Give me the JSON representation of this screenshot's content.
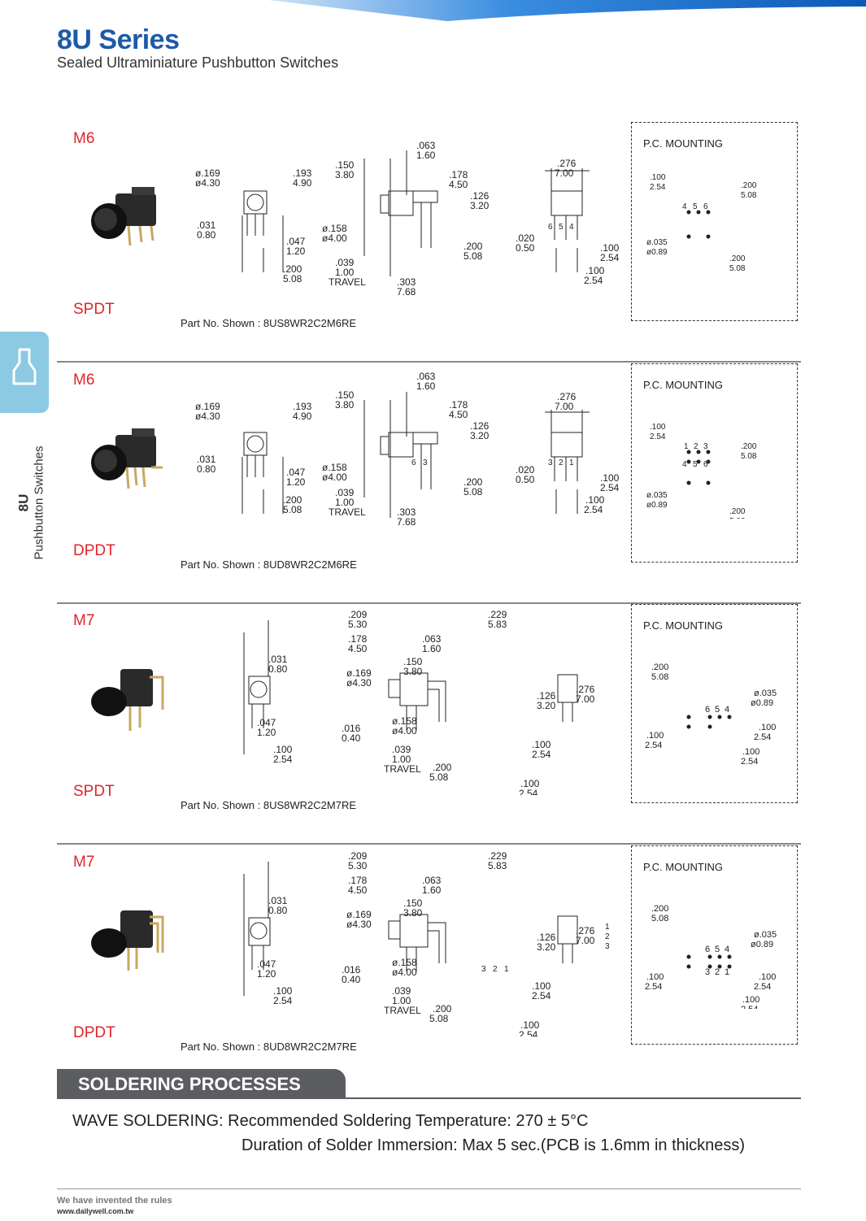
{
  "header": {
    "title": "8U Series",
    "subtitle": "Sealed Ultraminiature Pushbutton Switches"
  },
  "sidebar": {
    "code": "8U",
    "label": "Pushbutton  Switches",
    "icon": "pushbutton-icon"
  },
  "sections": [
    {
      "model": "M6",
      "pole": "SPDT",
      "part_no": "Part No. Shown : 8US8WR2C2M6RE",
      "pc_mounting": "P.C. MOUNTING",
      "dims_front": [
        ".169",
        "ø4.30",
        ".193",
        "4.90",
        ".031",
        "0.80",
        ".047",
        "1.20",
        ".200",
        "5.08"
      ],
      "dims_side": [
        ".063",
        "1.60",
        ".150",
        "3.80",
        ".178",
        "4.50",
        ".126",
        "3.20",
        "ø.158",
        "ø4.00",
        ".039",
        "1.00",
        "TRAVEL",
        ".303",
        "7.68",
        ".200",
        "5.08"
      ],
      "dims_end": [
        ".276",
        "7.00",
        ".020",
        "0.50",
        ".100",
        "2.54",
        ".100",
        "2.54"
      ],
      "pins": [
        "6",
        "5",
        "4"
      ]
    },
    {
      "model": "M6",
      "pole": "DPDT",
      "part_no": "Part No. Shown : 8UD8WR2C2M6RE",
      "pc_mounting": "P.C. MOUNTING",
      "pins": [
        "3",
        "2",
        "1"
      ]
    },
    {
      "model": "M7",
      "pole": "SPDT",
      "part_no": "Part No. Shown : 8US8WR2C2M7RE",
      "pc_mounting": "P.C. MOUNTING",
      "pins": [
        "4",
        "5",
        "6"
      ]
    },
    {
      "model": "M7",
      "pole": "DPDT",
      "part_no": "Part No. Shown : 8UD8WR2C2M7RE",
      "pc_mounting": "P.C. MOUNTING",
      "pins": [
        "1",
        "2",
        "3"
      ]
    }
  ],
  "soldering": {
    "heading": "SOLDERING PROCESSES",
    "line1": "WAVE SOLDERING: Recommended Soldering Temperature: 270 ± 5°C",
    "line2": "Duration of Solder Immersion: Max 5 sec.(PCB is 1.6mm in thickness)"
  },
  "footer": {
    "slogan": "We have invented the rules",
    "url": "www.dailywell.com.tw"
  },
  "colors": {
    "brand_blue": "#1d5aa8",
    "accent_red": "#e0252b",
    "tab_blue": "#8cc9e2",
    "heading_gray": "#5c5d60"
  }
}
